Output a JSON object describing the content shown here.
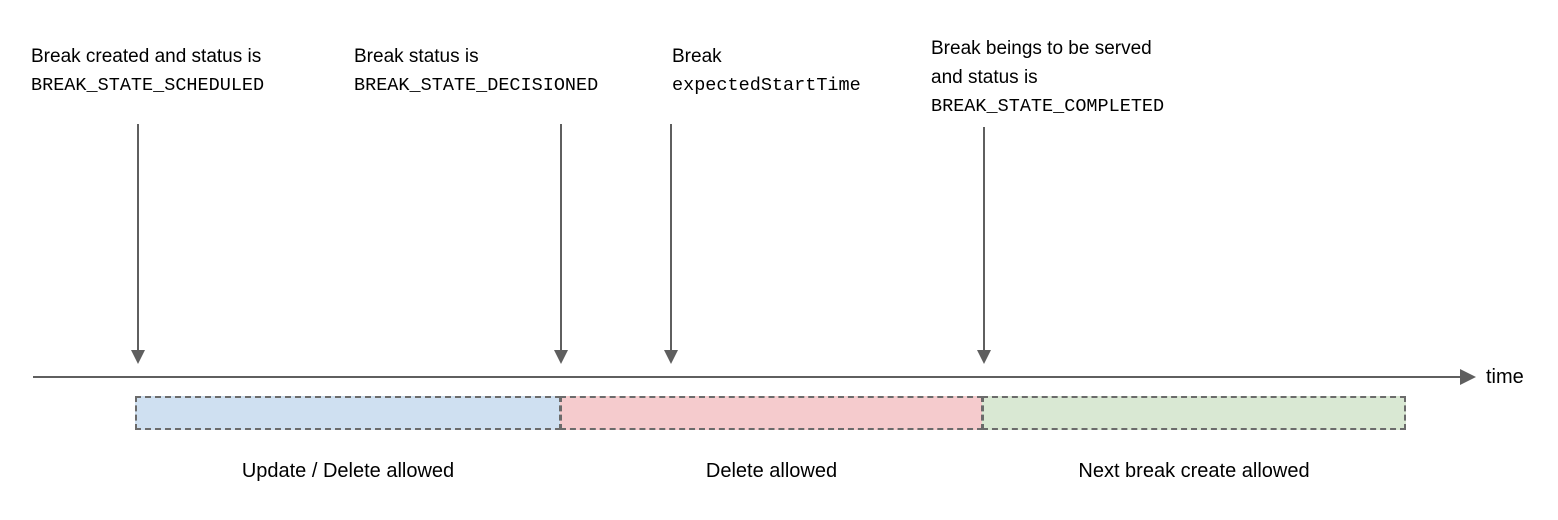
{
  "diagram": {
    "axis": {
      "label": "time"
    },
    "events": [
      {
        "id": "created",
        "line1": "Break created and status is",
        "line2": "BREAK_STATE_SCHEDULED",
        "line3": ""
      },
      {
        "id": "decisioned",
        "line1": "Break status is",
        "line2": "BREAK_STATE_DECISIONED",
        "line3": ""
      },
      {
        "id": "expected-start",
        "line1": "Break",
        "line2": "expectedStartTime",
        "line3": ""
      },
      {
        "id": "completed",
        "line1": "Break beings to be served",
        "line2": "and status is",
        "line3": "BREAK_STATE_COMPLETED"
      }
    ],
    "phases": [
      {
        "id": "scheduled",
        "caption": "Update / Delete allowed",
        "color": "#cfe0f1"
      },
      {
        "id": "decisioned",
        "caption": "Delete allowed",
        "color": "#f5cbcd"
      },
      {
        "id": "completed",
        "caption": "Next break create allowed",
        "color": "#d9e8d3"
      }
    ],
    "colors": {
      "arrow": "#5f5f5f",
      "axis": "#5f5f5f",
      "bar_border": "#6b6b6b",
      "background": "#ffffff",
      "text": "#000000"
    }
  }
}
